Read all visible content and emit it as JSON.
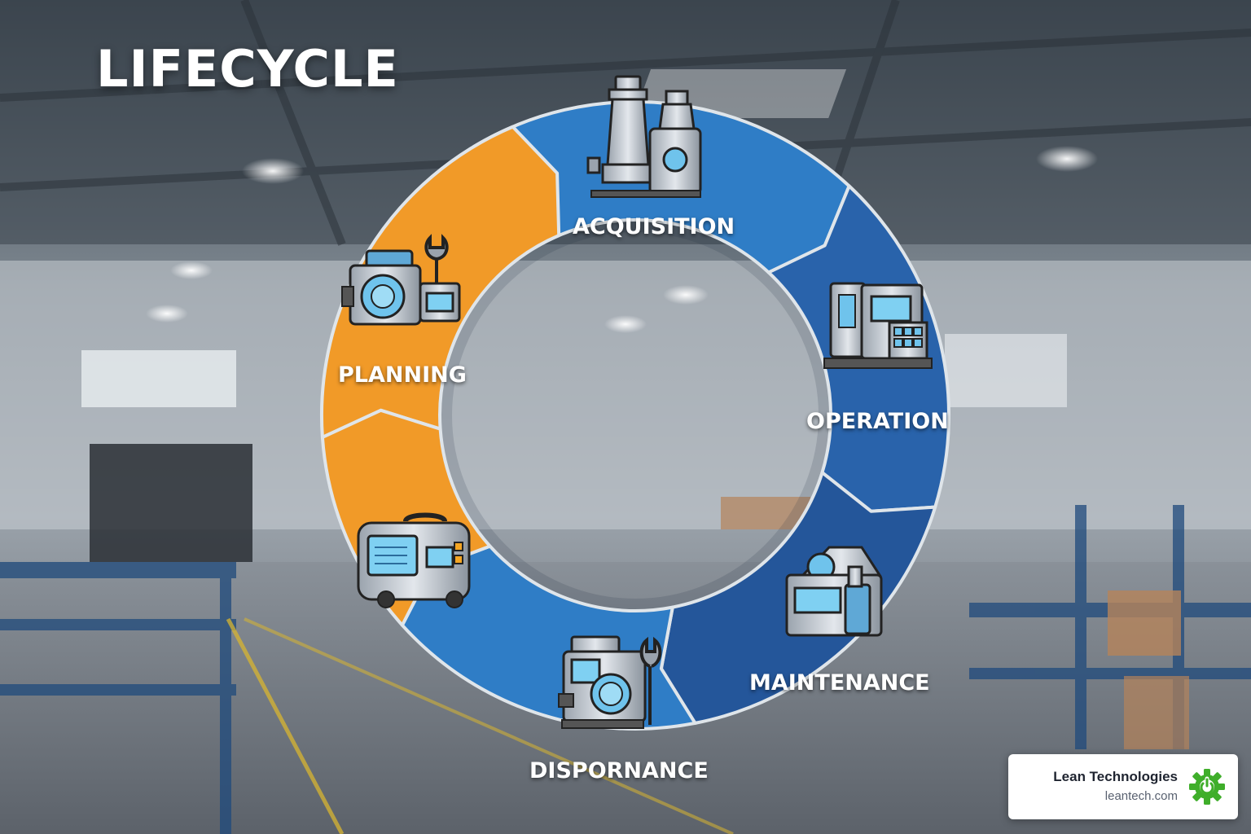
{
  "title": "LIFECYCLE",
  "stages": [
    {
      "label": "ACQUISITION",
      "icon": "industrial-machine-icon",
      "color": "#2f7dc6"
    },
    {
      "label": "OPERATION",
      "icon": "control-panel-machine-icon",
      "color": "#2963ab"
    },
    {
      "label": "MAINTENANCE",
      "icon": "maintenance-machine-icon",
      "color": "#24569a"
    },
    {
      "label": "DISPORNANCE",
      "icon": "machine-with-wrench-icon",
      "color": "#2f7dc6"
    },
    {
      "label": "PLANNING",
      "icon": "planning-machine-wrench-icon",
      "color": "#f19a28"
    },
    {
      "label": "",
      "icon": "cnc-machine-icon",
      "color": "#f19a28"
    }
  ],
  "brand": {
    "name": "Lean Technologies",
    "url": "leantech.com",
    "icon": "gear-power-icon",
    "color": "#3fae2a"
  },
  "colors": {
    "orange": "#f19a28",
    "blue_light": "#2f7dc6",
    "blue_dark": "#24569a",
    "background": "#5d6670"
  }
}
